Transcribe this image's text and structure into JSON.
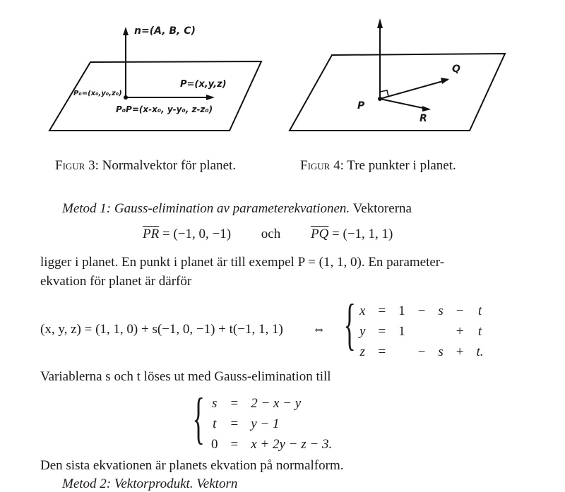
{
  "figure3": {
    "normal_label": "n=(A, B, C)",
    "p0_label": "P₀=(x₀,y₀,z₀)",
    "p_label": "P=(x,y,z)",
    "vector_label": "P₀P=(x-x₀, y-y₀, z-z₀)"
  },
  "figure4": {
    "p_label": "P",
    "q_label": "Q",
    "r_label": "R"
  },
  "captions": {
    "fig3_prefix": "Figur 3:",
    "fig3_text": "Normalvektor för planet.",
    "fig4_prefix": "Figur 4:",
    "fig4_text": "Tre punkter i planet."
  },
  "method1": {
    "title": "Metod 1: Gauss-elimination av parameterekvationen.",
    "intro": "Vektorerna"
  },
  "vectors": {
    "pr": "PR",
    "pr_value": "= (−1, 0, −1)",
    "och": "och",
    "pq": "PQ",
    "pq_value": "= (−1, 1, 1)"
  },
  "para1": {
    "line1": "ligger i planet. En punkt i planet är till exempel P = (1, 1, 0). En parameter-",
    "line2": "ekvation för planet är därför"
  },
  "param_eq": {
    "lhs": "(x, y, z) = (1, 1, 0) + s(−1, 0, −1) + t(−1, 1, 1)",
    "iff": "⇔",
    "rows": [
      [
        "x",
        "=",
        "1",
        "−",
        "s",
        "−",
        "t"
      ],
      [
        "y",
        "=",
        "1",
        "",
        "",
        "+",
        "t"
      ],
      [
        "z",
        "=",
        "",
        "−",
        "s",
        "+",
        "t."
      ]
    ]
  },
  "para2": "Variablerna s och t löses ut med Gauss-elimination till",
  "solved": {
    "rows": [
      [
        "s",
        "=",
        "2 − x − y"
      ],
      [
        "t",
        "=",
        "y − 1"
      ],
      [
        "0",
        "=",
        "x + 2y − z − 3."
      ]
    ]
  },
  "para3": "Den sista ekvationen är planets ekvation på normalform.",
  "cutoff_line": "Metod 2: Vektorprodukt. Vektorn"
}
